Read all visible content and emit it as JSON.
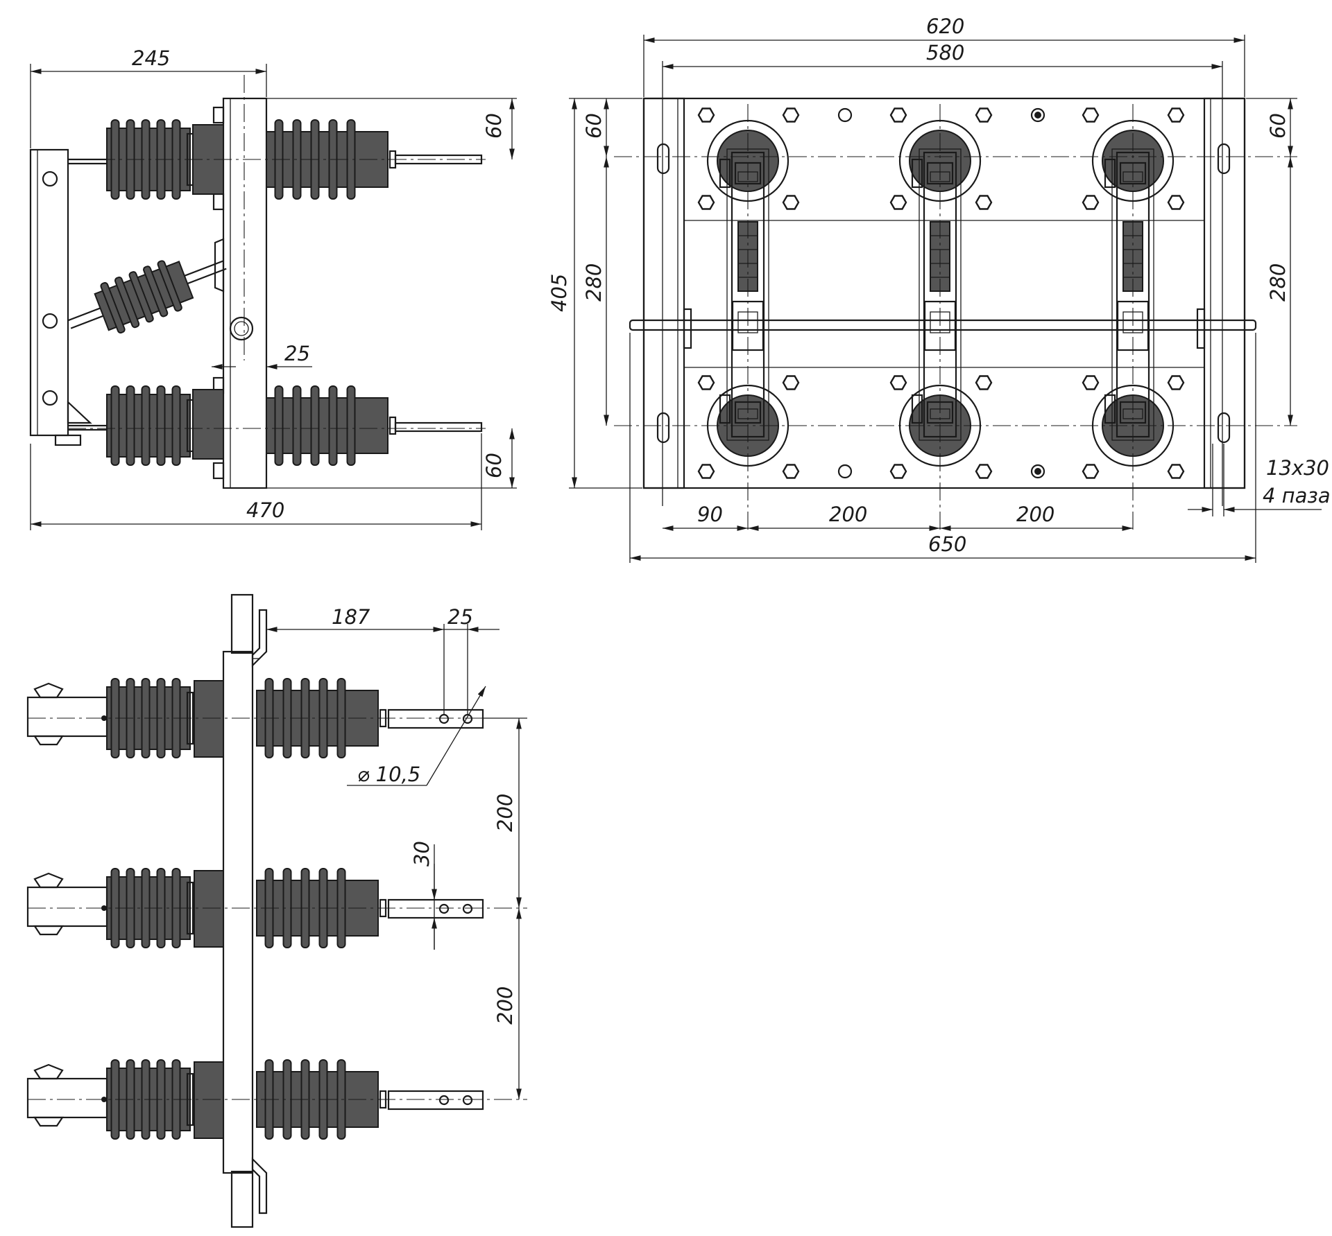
{
  "colors": {
    "line": "#1a1a1a",
    "insulator": "#555555",
    "background": "#ffffff"
  },
  "side_view": {
    "dim_top_width": "245",
    "dim_upper_offset": "60",
    "dim_lower_offset": "60",
    "dim_hole_offset": "25",
    "dim_overall_length": "470"
  },
  "front_view": {
    "dim_overall_width": "620",
    "dim_inner_width": "580",
    "dim_left_offset": "60",
    "dim_right_offset": "60",
    "dim_height": "405",
    "dim_left_pitch": "280",
    "dim_right_pitch": "280",
    "dim_bottom_offset": "90",
    "dim_phase_pitch_1": "200",
    "dim_phase_pitch_2": "200",
    "dim_shaft_length": "650",
    "slot_size": "13x30",
    "slot_count": "4 паза"
  },
  "plan_view": {
    "dim_terminal_reach": "187",
    "dim_hole_pitch": "25",
    "dim_hole_diameter": "⌀ 10,5",
    "dim_terminal_width": "30",
    "dim_phase_pitch_1": "200",
    "dim_phase_pitch_2": "200"
  }
}
